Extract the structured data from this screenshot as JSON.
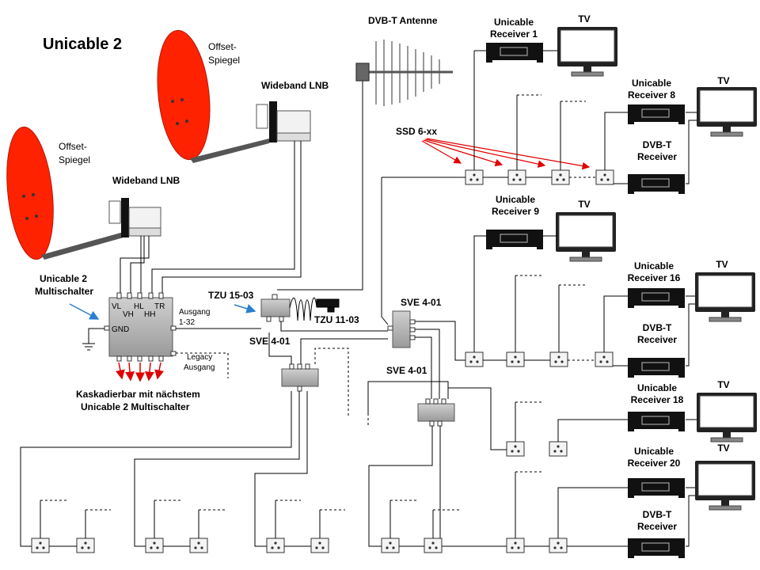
{
  "title": "Unicable  2",
  "colors": {
    "dish": "#ff2200",
    "arrow_red": "#e00000",
    "arrow_blue": "#2a7fcf",
    "box": "#b0b0b0"
  },
  "labels": {
    "offset_mirror_top": [
      "Offset-",
      "Spiegel"
    ],
    "offset_mirror_left": [
      "Offset-",
      "Spiegel"
    ],
    "wideband_lnb_top": "Wideband LNB",
    "wideband_lnb_left": "Wideband LNB",
    "dvbt_antenna": "DVB-T  Antenne",
    "multiswitch": [
      "Unicable 2",
      "Multischalter"
    ],
    "ports": {
      "vl": "VL",
      "vh": "VH",
      "hl": "HL",
      "hh": "HH",
      "tr": "TR",
      "gnd": "GND"
    },
    "ausgang": [
      "Ausgang",
      "1-32"
    ],
    "legacy": [
      "Legacy",
      "Ausgang"
    ],
    "cascade": [
      "Kaskadierbar mit nächstem",
      "Unicable 2 Multischalter"
    ],
    "tzu1503": "TZU  15-03",
    "tzu1103": "TZU  11-03",
    "sve_1": "SVE 4-01",
    "sve_2": "SVE 4-01",
    "sve_3": "SVE 4-01",
    "ssd": "SSD 6-xx"
  },
  "receivers": [
    {
      "name": [
        "Unicable",
        "Receiver 1"
      ]
    },
    {
      "name": [
        "Unicable",
        "Receiver 8"
      ]
    },
    {
      "name": [
        "DVB-T",
        "Receiver"
      ]
    },
    {
      "name": [
        "Unicable",
        "Receiver 9"
      ]
    },
    {
      "name": [
        "Unicable",
        "Receiver 16"
      ]
    },
    {
      "name": [
        "DVB-T",
        "Receiver"
      ]
    },
    {
      "name": [
        "Unicable",
        "Receiver 18"
      ]
    },
    {
      "name": [
        "Unicable",
        "Receiver 20"
      ]
    },
    {
      "name": [
        "DVB-T",
        "Receiver"
      ]
    }
  ],
  "tv_label": "TV"
}
